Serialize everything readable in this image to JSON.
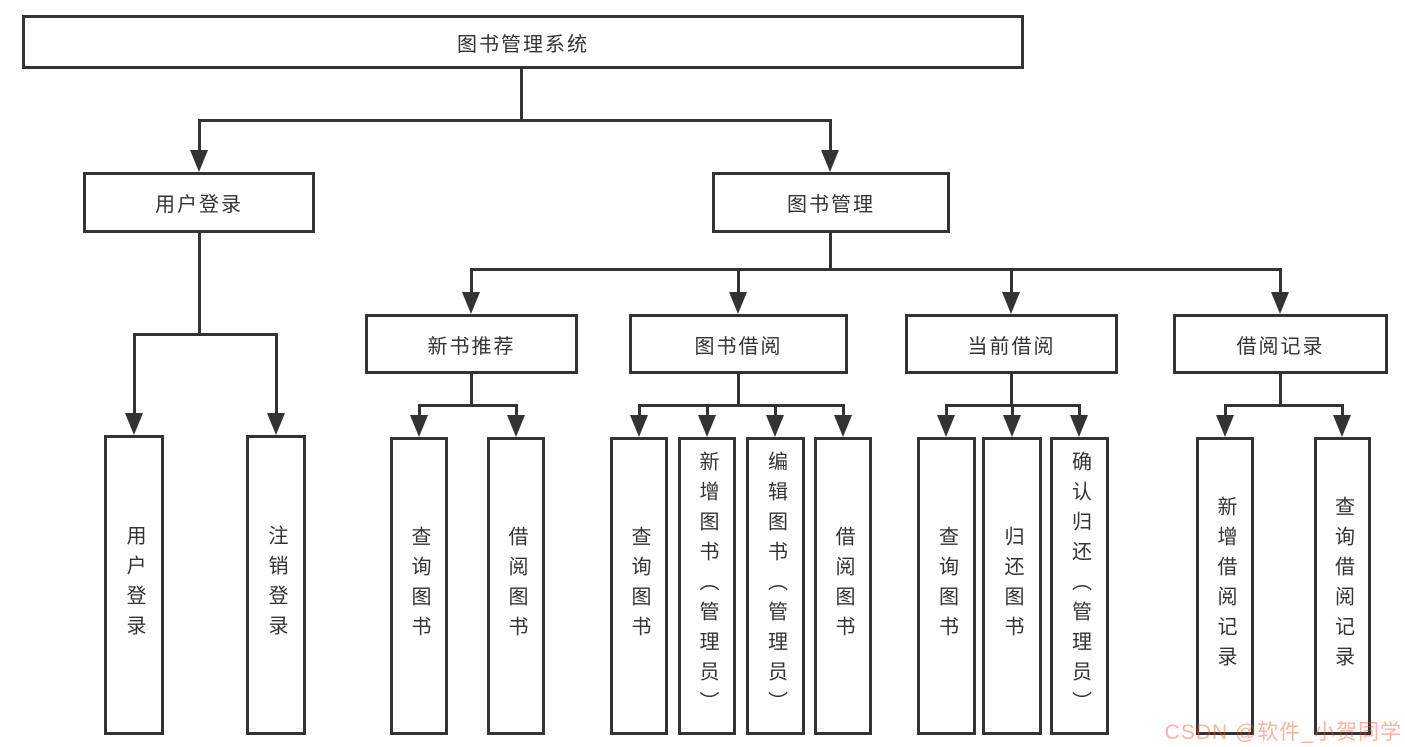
{
  "diagram": {
    "root": {
      "label": "图书管理系统"
    },
    "branches": [
      {
        "label": "用户登录",
        "children": [
          {
            "label": "用户登录"
          },
          {
            "label": "注销登录"
          }
        ]
      },
      {
        "label": "图书管理",
        "children": [
          {
            "label": "新书推荐",
            "children": [
              {
                "label": "查询图书"
              },
              {
                "label": "借阅图书"
              }
            ]
          },
          {
            "label": "图书借阅",
            "children": [
              {
                "label": "查询图书"
              },
              {
                "label": "新增图书（管理员）"
              },
              {
                "label": "编辑图书（管理员）"
              },
              {
                "label": "借阅图书"
              }
            ]
          },
          {
            "label": "当前借阅",
            "children": [
              {
                "label": "查询图书"
              },
              {
                "label": "归还图书"
              },
              {
                "label": "确认归还（管理员）"
              }
            ]
          },
          {
            "label": "借阅记录",
            "children": [
              {
                "label": "新增借阅记录"
              },
              {
                "label": "查询借阅记录"
              }
            ]
          }
        ]
      }
    ]
  },
  "watermark": {
    "text": "CSDN @软件_小贺同学",
    "color": "#fc5531"
  },
  "colors": {
    "line": "#333333",
    "text": "#333333",
    "background": "#ffffff"
  }
}
